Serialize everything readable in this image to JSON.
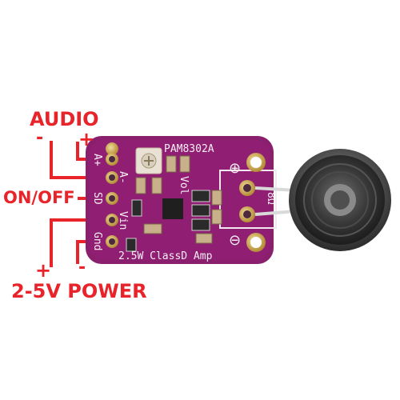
{
  "labels": {
    "audio": "AUDIO",
    "audio_minus": "-",
    "audio_plus": "+",
    "onoff": "ON/OFF",
    "power": "2-5V POWER",
    "power_plus": "+",
    "power_minus": "-"
  },
  "board": {
    "chip_name": "PAM8302A",
    "footer_text": "2.5W ClassD Amp",
    "pins": [
      "A+",
      "A-",
      "SD",
      "Vin",
      "Gnd"
    ],
    "vol_label": "Vol",
    "out_plus": "⊕",
    "out_minus": "⊖",
    "out_label": "8Ω"
  },
  "colors": {
    "accent_red": "#e8232a",
    "pcb_purple": "#8a1f6e",
    "gold": "#c8a553"
  },
  "icons": [
    "speaker-icon"
  ]
}
